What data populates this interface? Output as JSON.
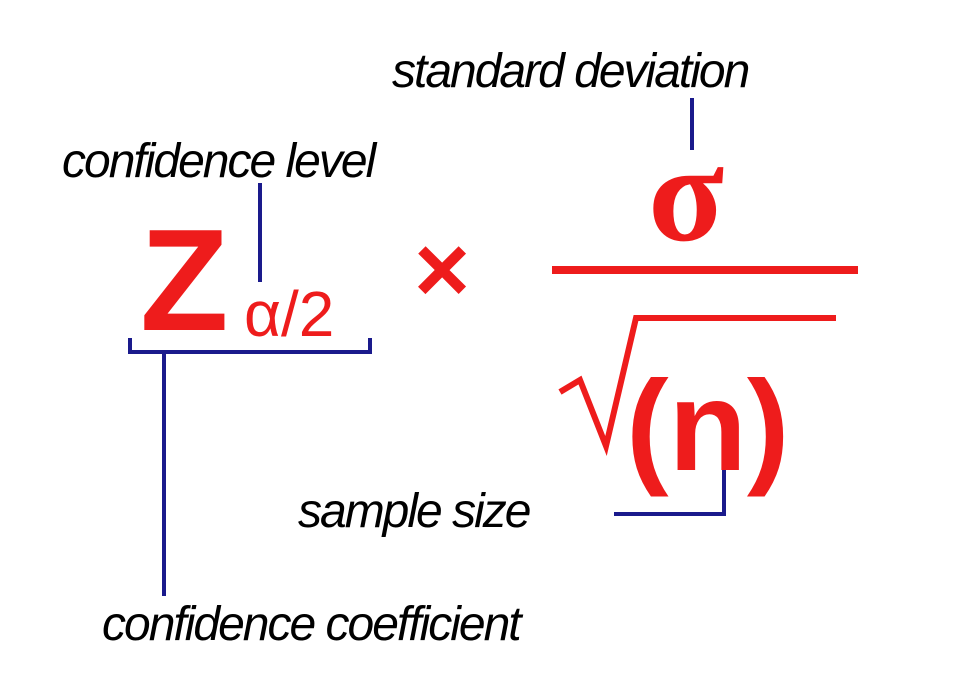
{
  "labels": {
    "standard_deviation": "standard deviation",
    "confidence_level": "confidence level",
    "sample_size": "sample size",
    "confidence_coefficient": "confidence coefficient"
  },
  "formula": {
    "z": "Z",
    "subscript": "α/2",
    "times": "×",
    "sigma": "σ",
    "radical": "√",
    "n": "(n)"
  },
  "colors": {
    "formula": "#ee1c1c",
    "connector": "#1a1a8c",
    "label_text": "#000000",
    "background": "#ffffff"
  }
}
